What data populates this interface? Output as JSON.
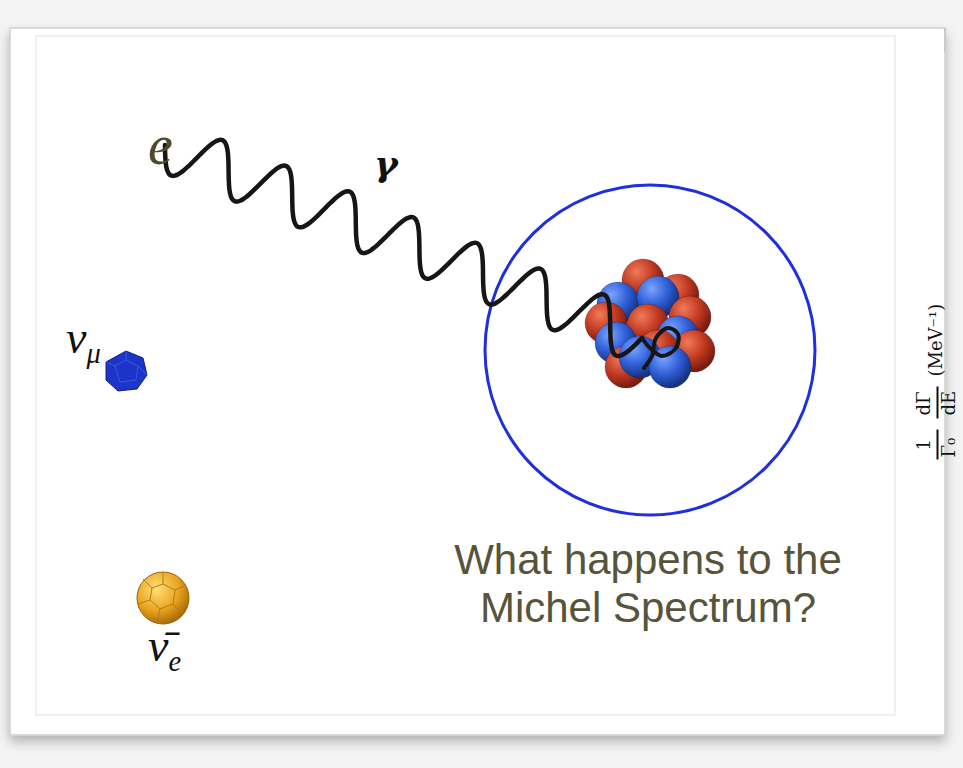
{
  "diagram": {
    "labels": [
      "e",
      "γ",
      "νμ",
      "ν̄e",
      "What happens to the Michel Spectrum?",
      "1",
      "Γ₀",
      "dΓ",
      "dE",
      "(MeV⁻¹)"
    ]
  }
}
